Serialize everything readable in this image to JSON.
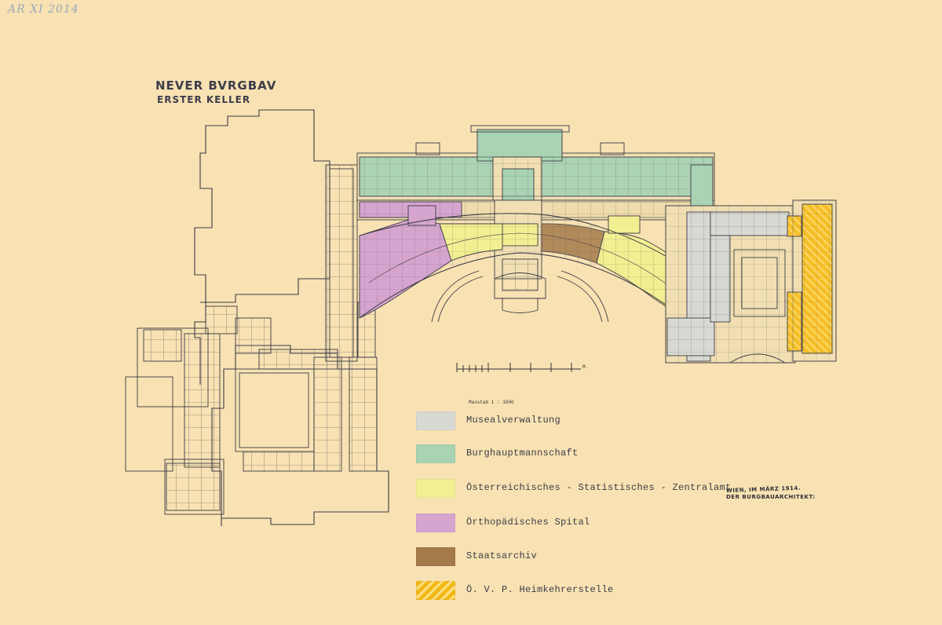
{
  "archive_mark": "AR XI 2014",
  "title": {
    "line1": "NEVER BVRGBAV",
    "line2": "ERSTER KELLER"
  },
  "scale": {
    "caption": "Masstab 1 : 1000",
    "end_label": "M."
  },
  "legend": [
    {
      "label": "Musealverwaltung",
      "color": "#d8d9d2",
      "pattern": "solid"
    },
    {
      "label": "Burghauptmannschaft",
      "color": "#a9d3b3",
      "pattern": "solid"
    },
    {
      "label": "Österreichisches - Statistisches - Zentralamt",
      "color": "#f2ef92",
      "pattern": "solid"
    },
    {
      "label": "Örthopädisches Spital",
      "color": "#d6a5cf",
      "pattern": "solid"
    },
    {
      "label": "Staatsarchiv",
      "color": "#a57b4b",
      "pattern": "solid"
    },
    {
      "label": "Ö. V. P. Heimkehrerstelle",
      "color": "#f2b915",
      "pattern": "hatched"
    }
  ],
  "signature": {
    "line1": "WIEN, IM MÄRZ 1914.",
    "line2": "DER BURGBAUARCHITEKT:"
  }
}
